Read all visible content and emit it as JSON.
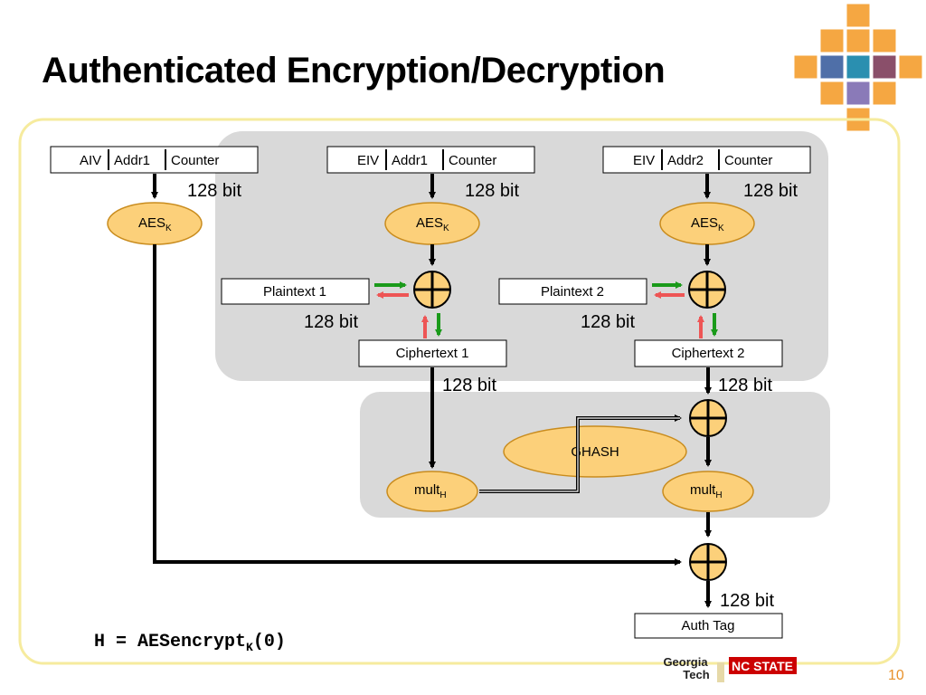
{
  "title": "Authenticated Encryption/Decryption",
  "inputs": {
    "aiv_counter": [
      "AIV",
      "Addr1",
      "Counter"
    ],
    "eiv1_counter": [
      "EIV",
      "Addr1",
      "Counter"
    ],
    "eiv2_counter": [
      "EIV",
      "Addr2",
      "Counter"
    ]
  },
  "aes": {
    "label": "AES",
    "subscript": "K"
  },
  "bit_label": "128 bit",
  "plaintext_1": "Plaintext 1",
  "plaintext_2": "Plaintext 2",
  "ciphertext_1": "Ciphertext 1",
  "ciphertext_2": "Ciphertext 2",
  "ghash": "GHASH",
  "mult": {
    "label": "mult",
    "subscript": "H"
  },
  "auth_tag": "Auth Tag",
  "formula": {
    "prefix": "H = AESencrypt",
    "subscript": "K",
    "suffix": "(0)"
  },
  "logos": {
    "georgia_tech_line1": "Georgia",
    "georgia_tech_line2": "Tech",
    "nc_state": "NC STATE"
  },
  "slide_number": "10",
  "colors": {
    "orange_fill": "#fcd07a",
    "orange_stroke": "#c98c1e",
    "gray_panel": "#d9d9d9",
    "yellow_frame": "#f6eb9e",
    "green_arrow": "#1a9a1a",
    "red_arrow": "#ee5555",
    "accent": "#f5a742"
  }
}
